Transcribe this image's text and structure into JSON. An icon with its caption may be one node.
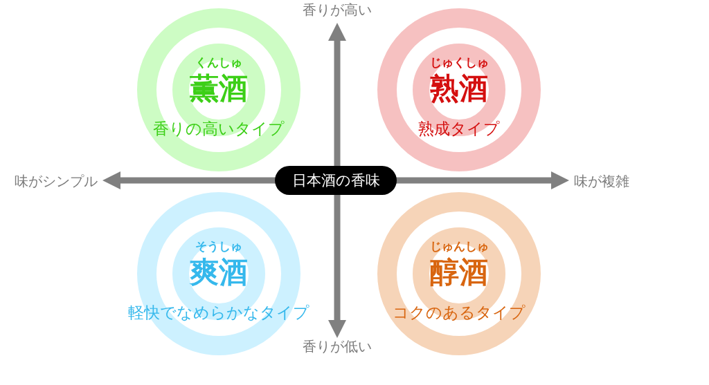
{
  "diagram": {
    "nodes": [
      {
        "text": [
          "くんしゅ",
          "薫酒",
          "香りの高いタイプ"
        ]
      },
      {
        "text": [
          "じゅくしゅ",
          "熟酒",
          "熟成タイプ"
        ]
      },
      {
        "text": [
          "日本酒の香味"
        ]
      },
      {
        "text": [
          "そうしゅ",
          "爽酒",
          "軽快でなめらかなタイプ"
        ]
      },
      {
        "text": [
          "じゅんしゅ",
          "醇酒",
          "コクのあるタイプ"
        ]
      }
    ],
    "labels": [
      "香りが高い",
      "味がシンプル",
      "味が複雑",
      "香りが低い"
    ]
  }
}
